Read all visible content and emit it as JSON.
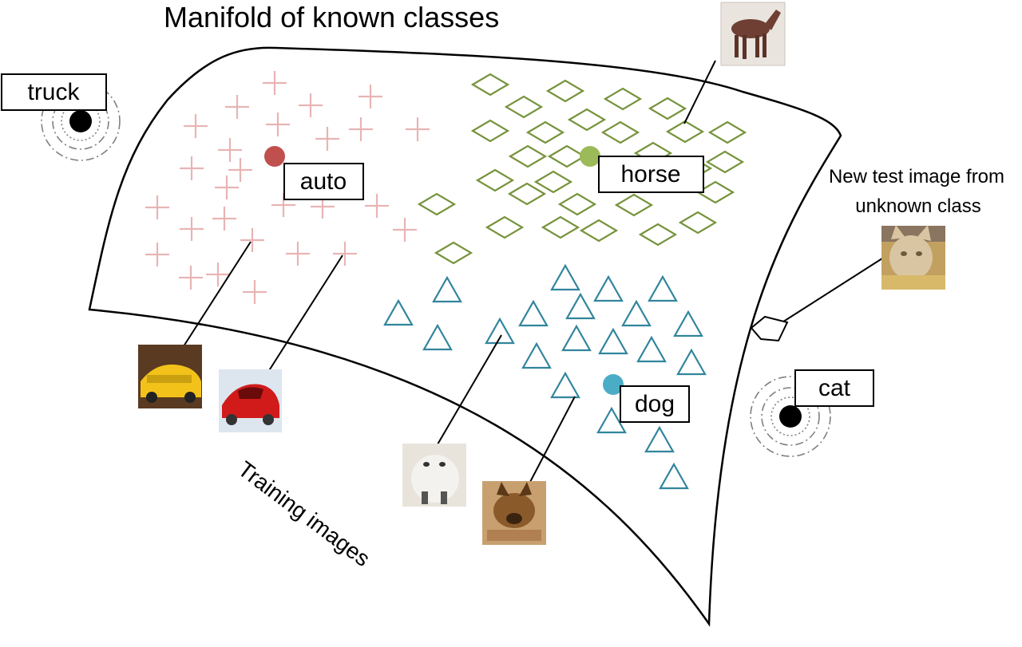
{
  "title": "Manifold of known classes",
  "labels": {
    "truck": "truck",
    "auto": "auto",
    "horse": "horse",
    "dog": "dog",
    "cat": "cat"
  },
  "test_note": {
    "line1": "New test image from",
    "line2": "unknown class"
  },
  "training_images": "Training images",
  "colors": {
    "auto": "#e8b4b4",
    "auto_center": "#c0504d",
    "horse": "#77933c",
    "horse_center": "#9bbb59",
    "dog": "#31859c",
    "dog_center": "#4bacc6",
    "ink": "#000000",
    "ring": "#808080"
  },
  "icons": {
    "auto_marker": "plus-icon",
    "horse_marker": "diamond-icon",
    "dog_marker": "triangle-icon",
    "unknown_marker": "pentagon-icon",
    "outside_marker": "dot-icon"
  }
}
